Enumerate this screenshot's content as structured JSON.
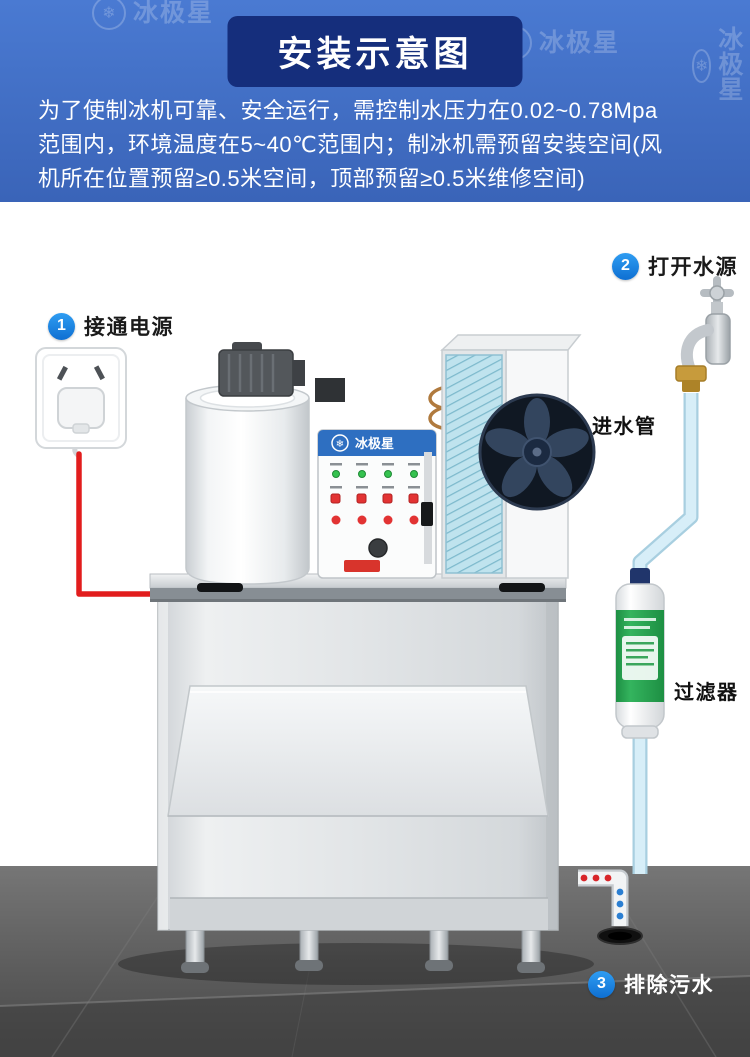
{
  "brand": {
    "name": "冰极星",
    "snowflake_icon": "❄"
  },
  "header": {
    "title": "安装示意图",
    "description_lines": [
      "为了使制冰机可靠、安全运行，需控制水压力在0.02~0.78Mpa",
      "范围内，环境温度在5~40℃范围内；制冰机需预留安装空间(风",
      "机所在位置预留≥0.5米空间，顶部预留≥0.5米维修空间)"
    ]
  },
  "steps": [
    {
      "number": "1",
      "label": "接通电源"
    },
    {
      "number": "2",
      "label": "打开水源"
    },
    {
      "number": "3",
      "label": "排除污水"
    }
  ],
  "labels": {
    "inlet_pipe": "进水管",
    "filter": "过滤器"
  },
  "machine": {
    "panel_brand": "冰极星"
  },
  "watermark": {
    "text": "冰极星"
  },
  "colors": {
    "header_blue": "#3e6cc2",
    "title_navy": "#152e7c",
    "step_badge": "#1583dd",
    "power_cord": "#e21d1d",
    "water_pipe": "#d2ebf6",
    "filter_green": "#2aa653",
    "floor": "#5e5e5e"
  }
}
